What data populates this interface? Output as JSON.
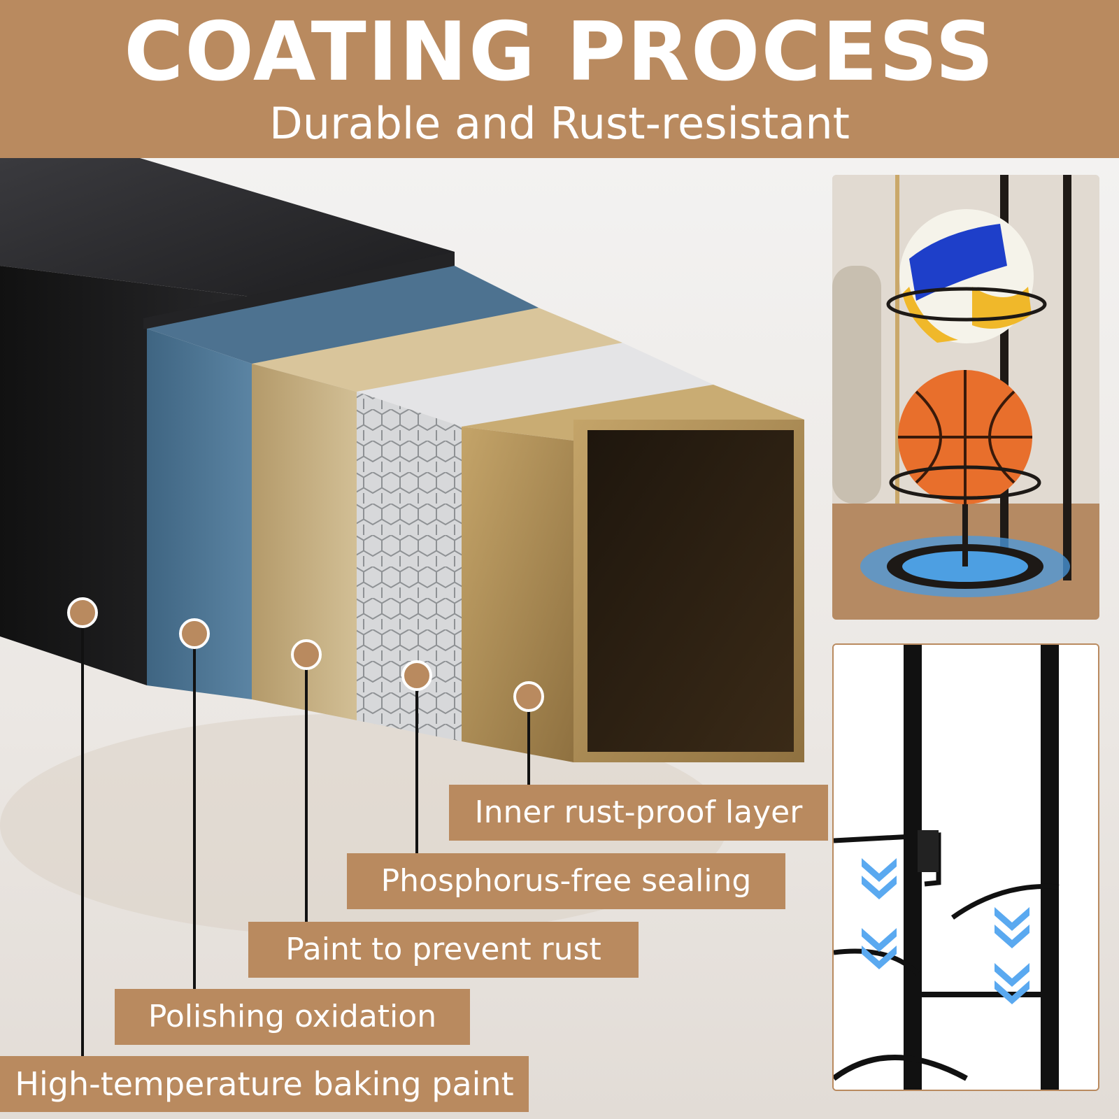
{
  "header": {
    "title": "COATING PROCESS",
    "subtitle": "Durable and Rust-resistant"
  },
  "colors": {
    "accent": "#b98a5f",
    "outer_black": "#1c1c1e",
    "blue_layer": "#4f7490",
    "gold_layer": "#c8b286",
    "silver_layer": "#cfd1d3",
    "inner_gold": "#a98b55"
  },
  "layers": [
    {
      "label": "High-temperature baking paint"
    },
    {
      "label": "Polishing oxidation"
    },
    {
      "label": "Paint to prevent rust"
    },
    {
      "label": "Phosphorus-free sealing"
    },
    {
      "label": "Inner rust-proof layer"
    }
  ],
  "photos": {
    "top": {
      "subject": "ball rack holding volleyball and basketball"
    },
    "bottom": {
      "subject": "rack frame detail with downward arrows"
    }
  }
}
